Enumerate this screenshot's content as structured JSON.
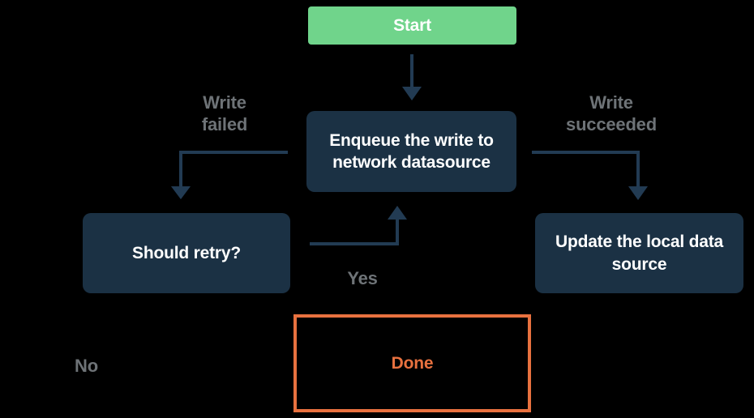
{
  "colors": {
    "background": "#000000",
    "node_fill": "#1B3144",
    "node_text": "#FFFFFF",
    "start_fill": "#70D48B",
    "arrow": "#223B53",
    "edge_label": "#6E7377",
    "done_accent": "#E8713F"
  },
  "nodes": {
    "start": {
      "label": "Start"
    },
    "enqueue": {
      "label": "Enqueue the write to network datasource"
    },
    "should_retry": {
      "label": "Should retry?"
    },
    "update_local": {
      "label": "Update the local data source"
    },
    "done": {
      "label": "Done"
    }
  },
  "edge_labels": {
    "write_failed": "Write\nfailed",
    "write_succeeded": "Write\nsucceeded",
    "yes": "Yes",
    "no": "No"
  }
}
